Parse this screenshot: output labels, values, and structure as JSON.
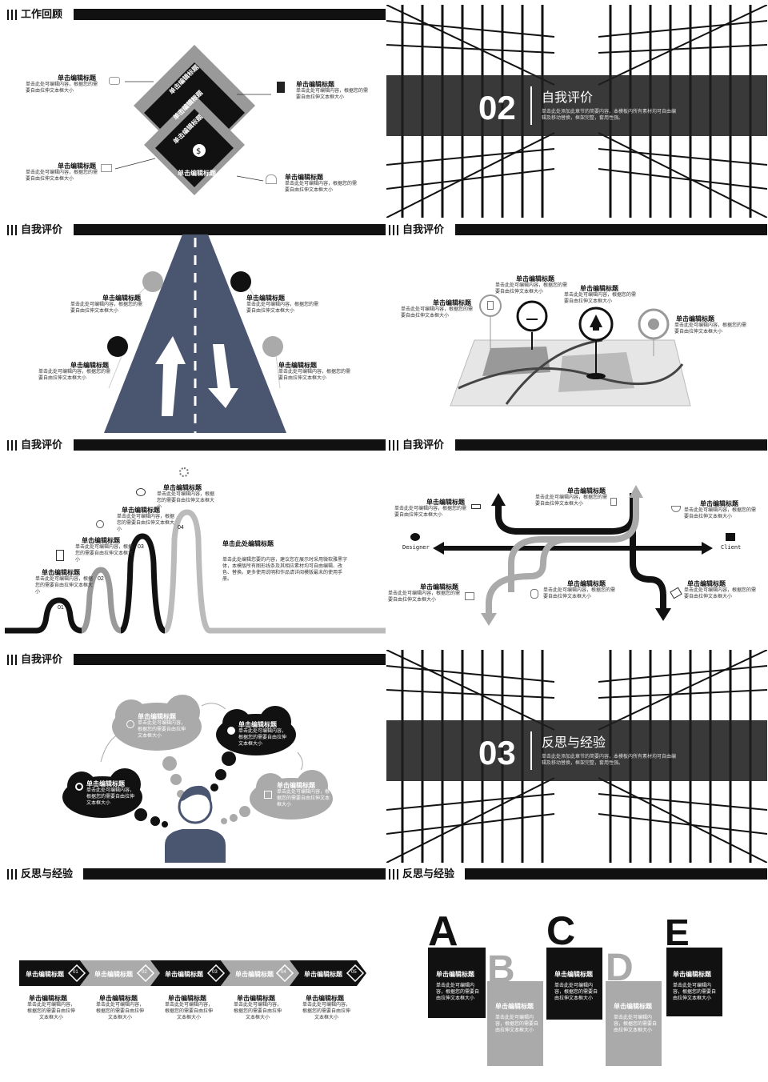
{
  "slides": {
    "s1": {
      "title": "工作回顾",
      "diamond": [
        "单击编辑标题",
        "单击编辑标题",
        "单击编辑标题",
        "单击编辑标题"
      ],
      "items": [
        {
          "title": "单击编辑标题",
          "text": "单击此处可编辑内容，根据您的需要自由拉伸文本框大小"
        },
        {
          "title": "单击编辑标题",
          "text": "单击此处可编辑内容，根据您的需要自由拉伸文本框大小"
        },
        {
          "title": "单击编辑标题",
          "text": "单击此处可编辑内容，根据您的需要自由拉伸文本框大小"
        },
        {
          "title": "单击编辑标题",
          "text": "单击此处可编辑内容，根据您的需要自由拉伸文本框大小"
        }
      ]
    },
    "s2": {
      "num": "02",
      "name": "自我评价",
      "desc": "单击此处添加此章节的简要内容，本模板内所有素材均可自由编辑及移动替换，框架完整，套用性强。"
    },
    "s3": {
      "title": "自我评价",
      "items": [
        {
          "title": "单击编辑标题",
          "text": "单击此处可编辑内容，根据您的需要自由拉伸文本框大小"
        },
        {
          "title": "单击编辑标题",
          "text": "单击此处可编辑内容，根据您的需要自由拉伸文本框大小"
        },
        {
          "title": "单击编辑标题",
          "text": "单击此处可编辑内容，根据您的需要自由拉伸文本框大小"
        },
        {
          "title": "单击编辑标题",
          "text": "单击此处可编辑内容，根据您的需要自由拉伸文本框大小"
        }
      ]
    },
    "s4": {
      "title": "自我评价",
      "items": [
        {
          "title": "单击编辑标题",
          "text": "单击此处可编辑内容，根据您的需要自由拉伸文本框大小"
        },
        {
          "title": "单击编辑标题",
          "text": "单击此处可编辑内容，根据您的需要自由拉伸文本框大小"
        },
        {
          "title": "单击编辑标题",
          "text": "单击此处可编辑内容，根据您的需要自由拉伸文本框大小"
        },
        {
          "title": "单击编辑标题",
          "text": "单击此处可编辑内容，根据您的需要自由拉伸文本框大小"
        }
      ]
    },
    "s5": {
      "title": "自我评价",
      "steps": [
        {
          "n": "01",
          "title": "单击编辑标题",
          "text": "单击此处可编辑内容，根据您的需要自由拉伸文本框大小"
        },
        {
          "n": "02",
          "title": "单击编辑标题",
          "text": "单击此处可编辑内容，根据您的需要自由拉伸文本框大小"
        },
        {
          "n": "03",
          "title": "单击编辑标题",
          "text": "单击此处可编辑内容，根据您的需要自由拉伸文本框大小"
        },
        {
          "n": "04",
          "title": "单击编辑标题",
          "text": "单击此处可编辑内容，根据您的需要自由拉伸文本框大小"
        }
      ],
      "side_title": "单击此处编辑标题",
      "side_text": "单击此处编辑您要的内容，建议您在展示时采用微软雅黑字体，本模版所有图形线条及其相应素材均可自由编辑、改色、替换。更多使用说明和作品请详阅模版最末的使用手册。"
    },
    "s6": {
      "title": "自我评价",
      "left": "Designer",
      "right": "Client",
      "items": [
        {
          "title": "单击编辑标题",
          "text": "单击此处可编辑内容，根据您的需要自由拉伸文本框大小"
        },
        {
          "title": "单击编辑标题",
          "text": "单击此处可编辑内容，根据您的需要自由拉伸文本框大小"
        },
        {
          "title": "单击编辑标题",
          "text": "单击此处可编辑内容，根据您的需要自由拉伸文本框大小"
        },
        {
          "title": "单击编辑标题",
          "text": "单击此处可编辑内容，根据您的需要自由拉伸文本框大小"
        },
        {
          "title": "单击编辑标题",
          "text": "单击此处可编辑内容，根据您的需要自由拉伸文本框大小"
        },
        {
          "title": "单击编辑标题",
          "text": "单击此处可编辑内容，根据您的需要自由拉伸文本框大小"
        }
      ]
    },
    "s7": {
      "title": "自我评价",
      "clouds": [
        {
          "title": "单击编辑标题",
          "text": "单击此处可编辑内容，根据您的需要自由拉伸文本框大小"
        },
        {
          "title": "单击编辑标题",
          "text": "单击此处可编辑内容，根据您的需要自由拉伸文本框大小"
        },
        {
          "title": "单击编辑标题",
          "text": "单击此处可编辑内容，根据您的需要自由拉伸文本框大小"
        },
        {
          "title": "单击编辑标题",
          "text": "单击此处可编辑内容，根据您的需要自由拉伸文本框大小"
        }
      ]
    },
    "s8": {
      "num": "03",
      "name": "反思与经验",
      "desc": "单击此处添加此章节的简要内容，本模板内所有素材均可自由编辑及移动替换，框架完整，套用性强。"
    },
    "s9": {
      "title": "反思与经验",
      "chevrons": [
        {
          "label": "单击编辑标题",
          "n": "01"
        },
        {
          "label": "单击编辑标题",
          "n": "02"
        },
        {
          "label": "单击编辑标题",
          "n": "03"
        },
        {
          "label": "单击编辑标题",
          "n": "04"
        },
        {
          "label": "单击编辑标题",
          "n": "05"
        }
      ],
      "items": [
        {
          "title": "单击编辑标题",
          "text": "单击此处可编辑内容，根据您的需要自由拉伸文本框大小"
        },
        {
          "title": "单击编辑标题",
          "text": "单击此处可编辑内容，根据您的需要自由拉伸文本框大小"
        },
        {
          "title": "单击编辑标题",
          "text": "单击此处可编辑内容，根据您的需要自由拉伸文本框大小"
        },
        {
          "title": "单击编辑标题",
          "text": "单击此处可编辑内容，根据您的需要自由拉伸文本框大小"
        },
        {
          "title": "单击编辑标题",
          "text": "单击此处可编辑内容，根据您的需要自由拉伸文本框大小"
        }
      ]
    },
    "s10": {
      "title": "反思与经验",
      "cards": [
        {
          "letter": "A",
          "title": "单击编辑标题",
          "text": "单击此处可编辑内容，根据您的需要自由拉伸文本框大小"
        },
        {
          "letter": "B",
          "title": "单击编辑标题",
          "text": "单击此处可编辑内容，根据您的需要自由拉伸文本框大小"
        },
        {
          "letter": "C",
          "title": "单击编辑标题",
          "text": "单击此处可编辑内容，根据您的需要自由拉伸文本框大小"
        },
        {
          "letter": "D",
          "title": "单击编辑标题",
          "text": "单击此处可编辑内容，根据您的需要自由拉伸文本框大小"
        },
        {
          "letter": "E",
          "title": "单击编辑标题",
          "text": "单击此处可编辑内容，根据您的需要自由拉伸文本框大小"
        }
      ]
    }
  }
}
